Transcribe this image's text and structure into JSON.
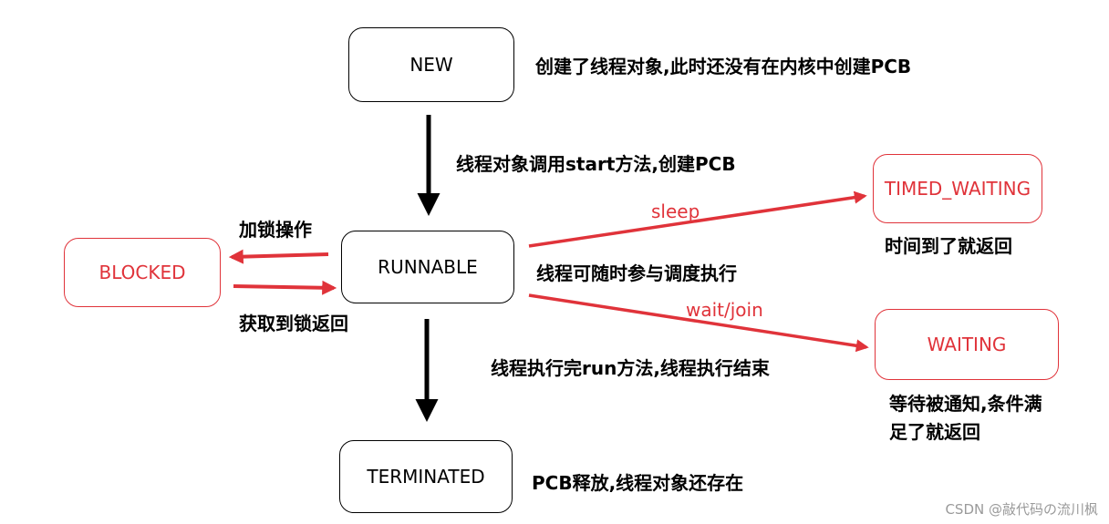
{
  "states": {
    "new": "NEW",
    "runnable": "RUNNABLE",
    "terminated": "TERMINATED",
    "blocked": "BLOCKED",
    "timed_waiting": "TIMED_WAITING",
    "waiting": "WAITING"
  },
  "notes": {
    "new": "创建了线程对象,此时还没有在内核中创建PCB",
    "start": "线程对象调用start方法,创建PCB",
    "runnable": "线程可随时参与调度执行",
    "finish": "线程执行完run方法,线程执行结束",
    "terminated": "PCB释放,线程对象还存在",
    "lock": "加锁操作",
    "lock_acquired": "获取到锁返回",
    "sleep": "sleep",
    "timed_return": "时间到了就返回",
    "wait_join": "wait/join",
    "waiting_line1": "等待被通知,条件满",
    "waiting_line2": "足了就返回"
  },
  "watermark": "CSDN @敲代码の流川枫",
  "colors": {
    "black": "#000000",
    "red": "#e0333a",
    "watermark": "#9a9a9a"
  }
}
